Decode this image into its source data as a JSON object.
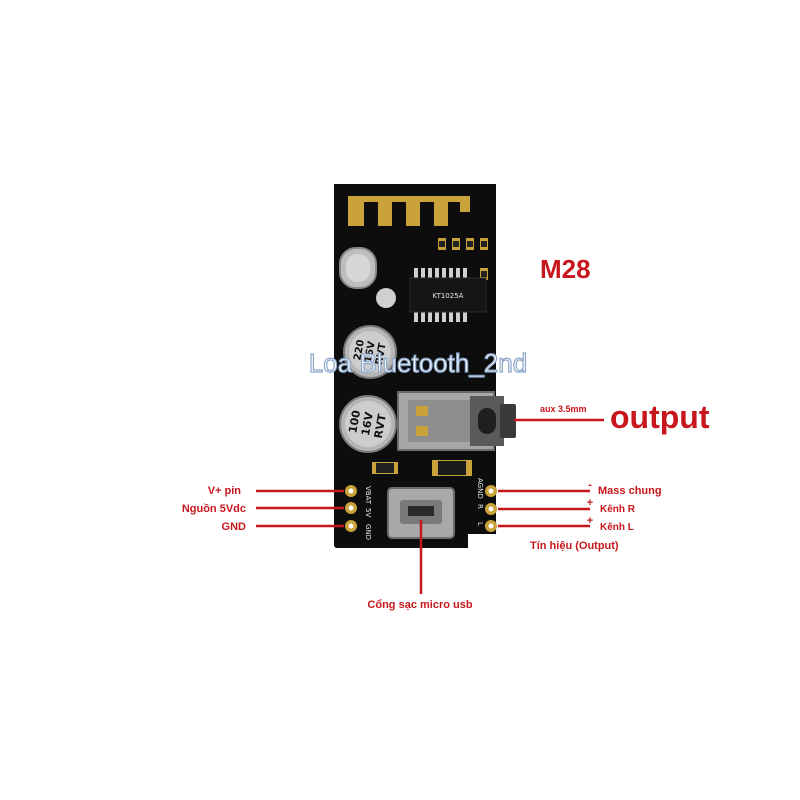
{
  "model": "M28",
  "watermark": "Loa Bluetooth_2nd",
  "output_label": "output",
  "aux_label": "aux 3.5mm",
  "left_pins": [
    "V+  pin",
    "Nguồn 5Vdc",
    "GND"
  ],
  "right_pins": [
    "Mass chung",
    "Kênh R",
    "Kênh L"
  ],
  "signal_label": "Tín hiệu (Output)",
  "usb_label": "Cổng sạc micro usb",
  "pin_marks": [
    "-",
    "+",
    "+"
  ],
  "silkscreen_left": [
    "VBAT",
    "5V",
    "GND"
  ],
  "silkscreen_right": [
    "AGND",
    "R",
    "L"
  ],
  "capacitor_top": [
    "220",
    "16V",
    "RVT"
  ],
  "capacitor_bottom": [
    "100",
    "16V",
    "RVT"
  ],
  "chip_text": "KT1025A",
  "colors": {
    "board": "#0d0d0d",
    "accent": "#c8161d",
    "gold": "#c9a33a",
    "silver": "#b9b9b9"
  }
}
